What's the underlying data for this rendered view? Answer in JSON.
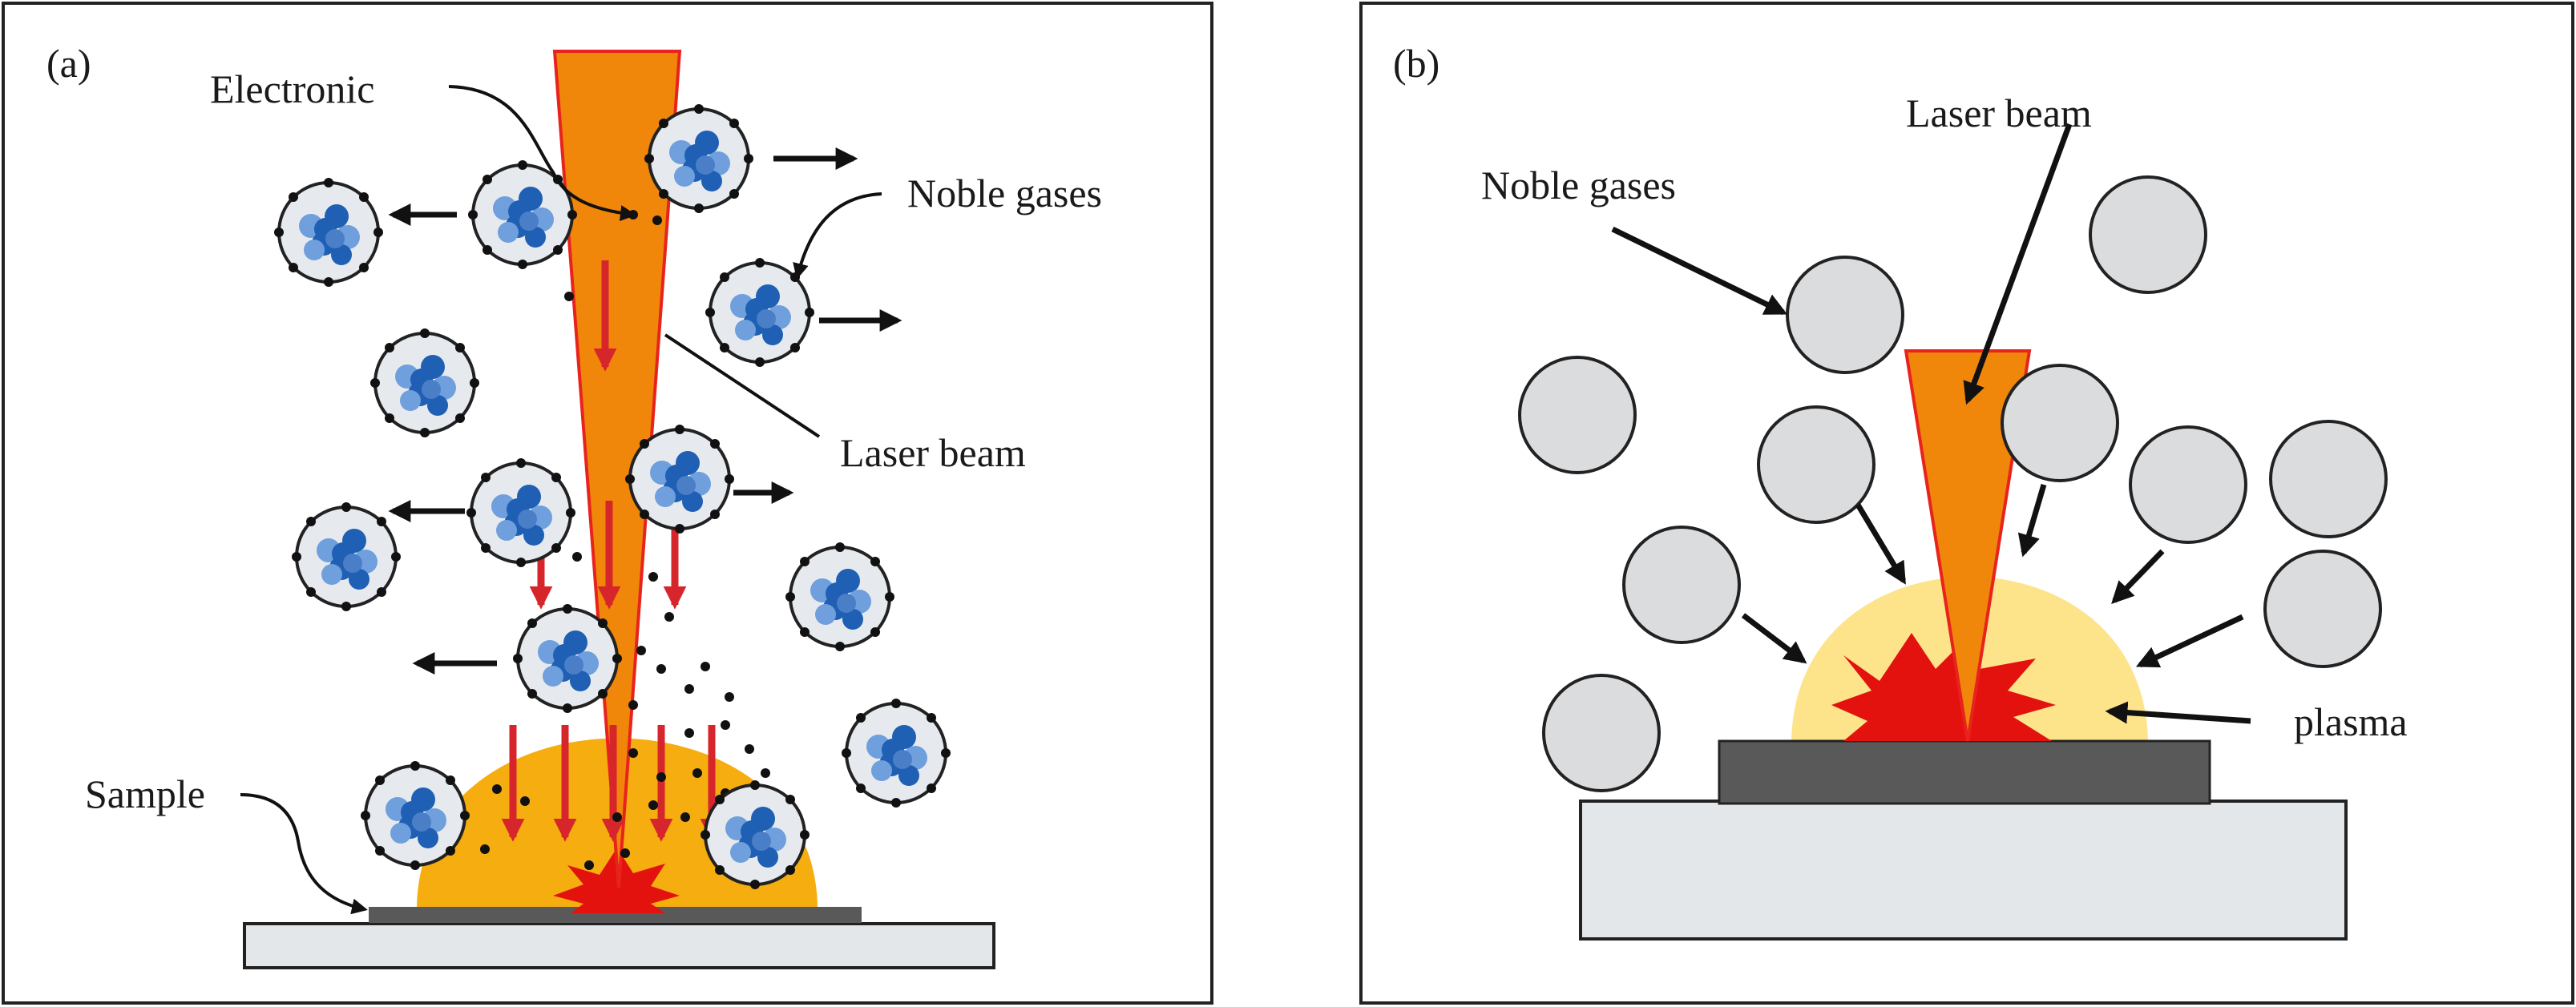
{
  "panel_a": {
    "tag": "(a)",
    "label_electronic": "Electronic",
    "label_noble_gases": "Noble gases",
    "label_laser_beam": "Laser beam",
    "label_sample": "Sample"
  },
  "panel_b": {
    "tag": "(b)",
    "label_laser_beam": "Laser beam",
    "label_noble_gases": "Noble gases",
    "label_plasma": "plasma"
  },
  "colors": {
    "laser_fill": "#f0870a",
    "laser_stroke": "#e8231e",
    "plasma_a": "#f5ad0f",
    "plasma_b": "#fde38a",
    "spark": "#e3120f",
    "sample": "#595959",
    "stage": "#e4e7ea",
    "atom_bg": "#e6eaee",
    "nucleus_dark": "#1f5fb4",
    "nucleus_light": "#6f9fdc",
    "arrow_red": "#d7262b",
    "gas_circle": "#dadcde"
  }
}
